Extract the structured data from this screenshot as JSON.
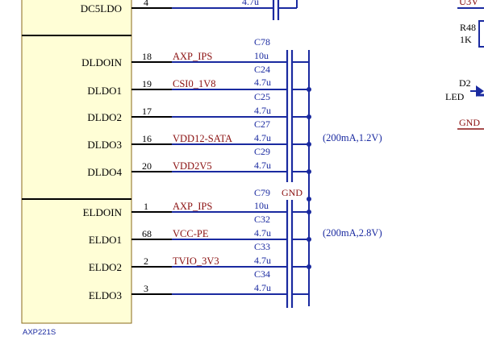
{
  "chip": {
    "ref": "AXP221S",
    "pins": [
      {
        "name": "DC5LDO",
        "num": "4"
      },
      {
        "name": "DLDOIN",
        "num": "18"
      },
      {
        "name": "DLDO1",
        "num": "19"
      },
      {
        "name": "DLDO2",
        "num": "17"
      },
      {
        "name": "DLDO3",
        "num": "16"
      },
      {
        "name": "DLDO4",
        "num": "20"
      },
      {
        "name": "ELDOIN",
        "num": "1"
      },
      {
        "name": "ELDO1",
        "num": "68"
      },
      {
        "name": "ELDO2",
        "num": "2"
      },
      {
        "name": "ELDO3",
        "num": "3"
      }
    ]
  },
  "nets": {
    "dldoin": "AXP_IPS",
    "dldo1": "CSI0_1V8",
    "dldo3": "VDD12-SATA",
    "dldo4": "VDD2V5",
    "eldoin": "AXP_IPS",
    "eldo1": "VCC-PE",
    "eldo2": "TVIO_3V3"
  },
  "caps": {
    "top_value": "4.7u",
    "c78": {
      "ref": "C78",
      "value": "10u"
    },
    "c24": {
      "ref": "C24",
      "value": "4.7u"
    },
    "c25": {
      "ref": "C25",
      "value": "4.7u"
    },
    "c27": {
      "ref": "C27",
      "value": "4.7u"
    },
    "c29": {
      "ref": "C29",
      "value": "4.7u"
    },
    "c79": {
      "ref": "C79",
      "value": "10u"
    },
    "c32": {
      "ref": "C32",
      "value": "4.7u"
    },
    "c33": {
      "ref": "C33",
      "value": "4.7u"
    },
    "c34": {
      "ref": "C34",
      "value": "4.7u"
    }
  },
  "gnd": "GND",
  "notes": {
    "dldo": "(200mA,1.2V)",
    "eldo": "(200mA,2.8V)"
  },
  "right_block": {
    "net_top": "U3V",
    "r48_ref": "R48",
    "r48_value": "1K",
    "d2_ref": "D2",
    "d2_value": "LED",
    "gnd": "GND"
  },
  "colors": {
    "wire": "#1a2aa0",
    "body": "#fffed6",
    "net": "#8a1010",
    "pin": "#000000"
  }
}
